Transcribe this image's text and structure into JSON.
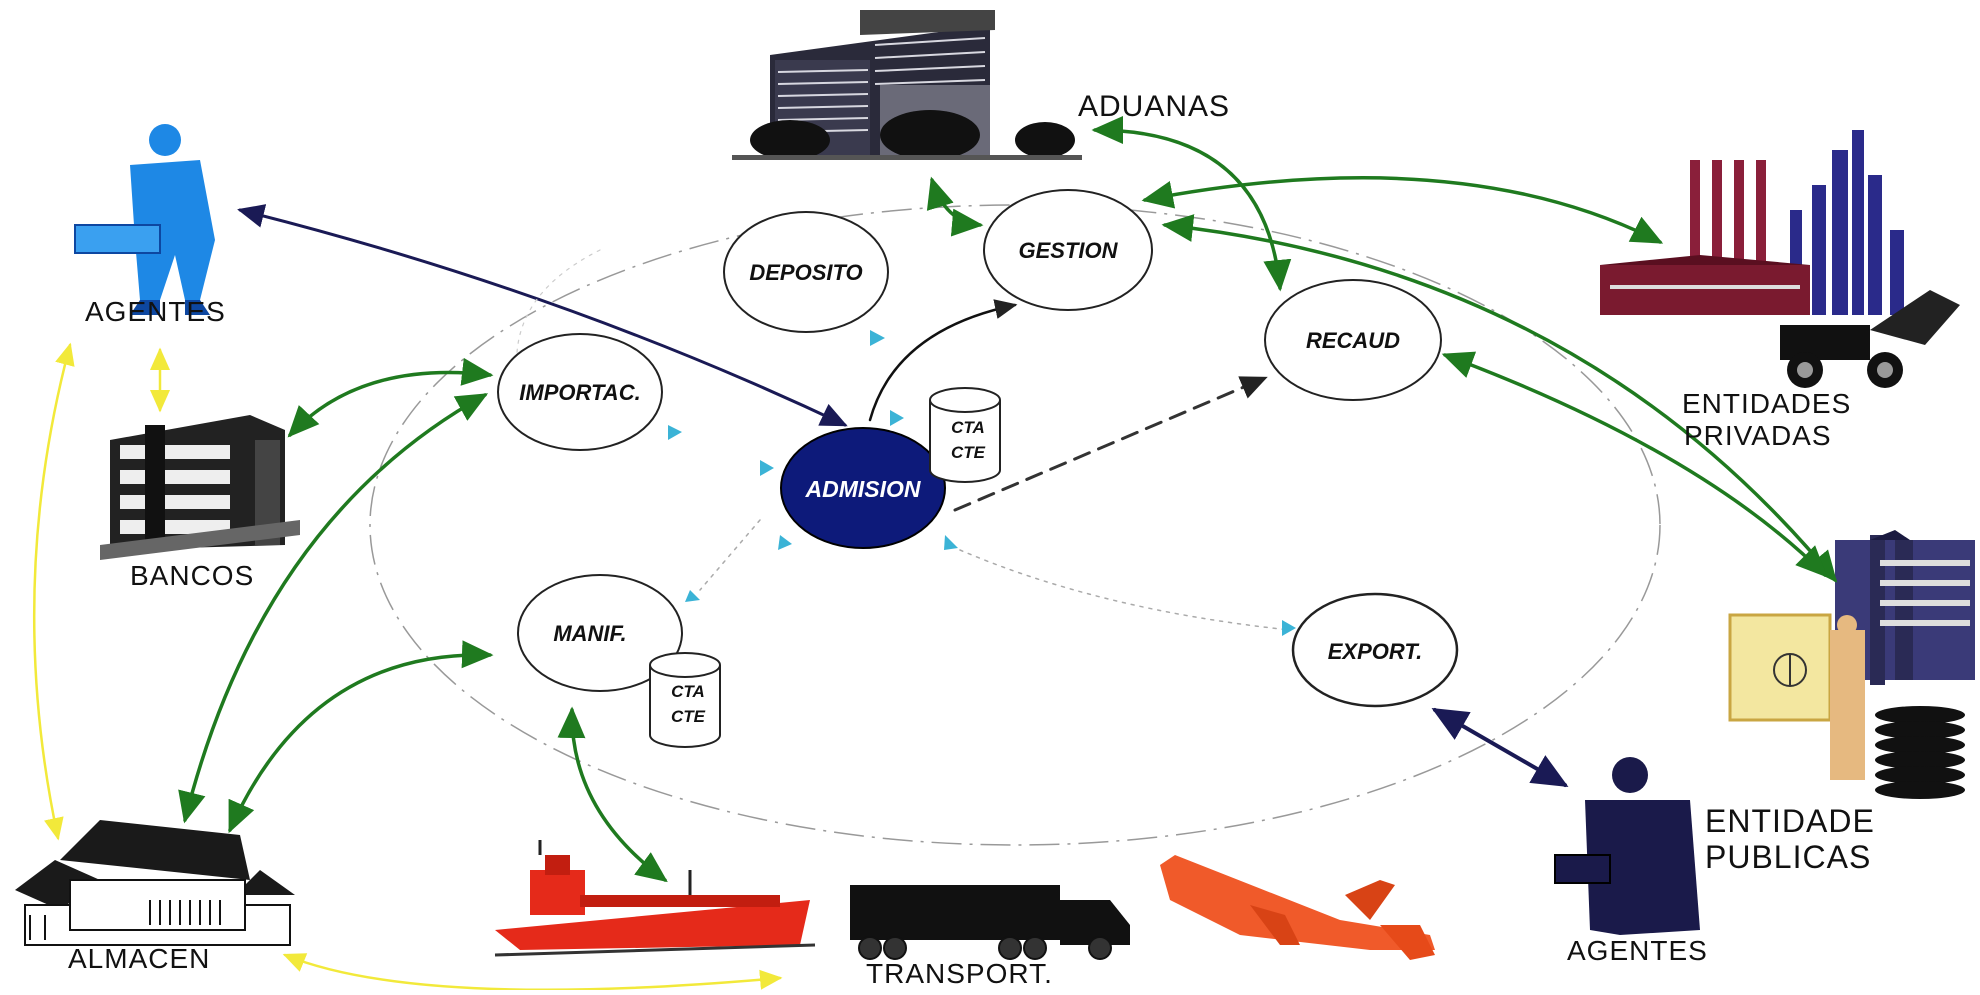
{
  "nodes": {
    "deposito": "DEPOSITO",
    "gestion": "GESTION",
    "recaud": "RECAUD",
    "importac": "IMPORTAC.",
    "admision": "ADMISION",
    "manif": "MANIF.",
    "export": "EXPORT.",
    "cta_cte_1": [
      "CTA",
      "CTE"
    ],
    "cta_cte_2": [
      "CTA",
      "CTE"
    ]
  },
  "labels": {
    "aduanas": "ADUANAS",
    "agentes_top": "AGENTES",
    "bancos": "BANCOS",
    "almacen": "ALMACEN",
    "transport": "TRANSPORT.",
    "entidades_privadas": [
      "ENTIDADES",
      "PRIVADAS"
    ],
    "entidades_publicas": [
      "ENTIDADE",
      "PUBLICAS"
    ],
    "agentes_bottom": "AGENTES"
  },
  "icons": [
    "office-building-icon",
    "businessman-icon",
    "bank-building-icon",
    "warehouse-icon",
    "ship-icon",
    "truck-icon",
    "airplane-icon",
    "factory-icon",
    "government-building-icon",
    "agent-icon"
  ],
  "colors": {
    "green_arrow": "#1f7a1f",
    "navy_arrow": "#1a1a55",
    "yellow_arrow": "#f2e93a",
    "admision_fill": "#0d1a7a",
    "cyan_marker": "#3bb3d6"
  }
}
